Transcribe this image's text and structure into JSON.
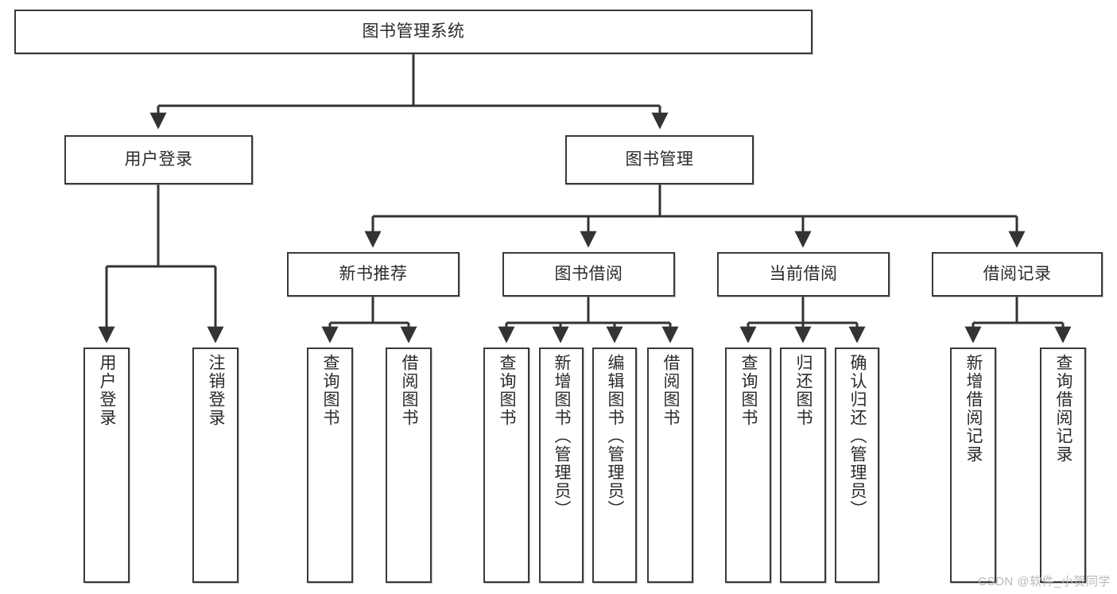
{
  "diagram": {
    "type": "tree",
    "title": "图书管理系统",
    "watermark": "CSDN @软件_小贺同学",
    "colors": {
      "box_border": "#3a3a3a",
      "box_fill": "#ffffff",
      "connector": "#333333",
      "text": "#2b2b2b",
      "watermark": "#b9b9b9"
    },
    "nodes": {
      "root": {
        "label": "图书管理系统"
      },
      "level2": [
        {
          "label": "用户登录"
        },
        {
          "label": "图书管理"
        }
      ],
      "level3": [
        {
          "label": "新书推荐"
        },
        {
          "label": "图书借阅"
        },
        {
          "label": "当前借阅"
        },
        {
          "label": "借阅记录"
        }
      ],
      "leaves": {
        "user_login": [
          {
            "label": "用户登录"
          },
          {
            "label": "注销登录"
          }
        ],
        "new_book_recommend": [
          {
            "label": "查询图书"
          },
          {
            "label": "借阅图书"
          }
        ],
        "book_borrow": [
          {
            "label": "查询图书"
          },
          {
            "label": "新增图书（管理员）"
          },
          {
            "label": "编辑图书（管理员）"
          },
          {
            "label": "借阅图书"
          }
        ],
        "current_borrow": [
          {
            "label": "查询图书"
          },
          {
            "label": "归还图书"
          },
          {
            "label": "确认归还（管理员）"
          }
        ],
        "borrow_record": [
          {
            "label": "新增借阅记录"
          },
          {
            "label": "查询借阅记录"
          }
        ]
      }
    }
  }
}
